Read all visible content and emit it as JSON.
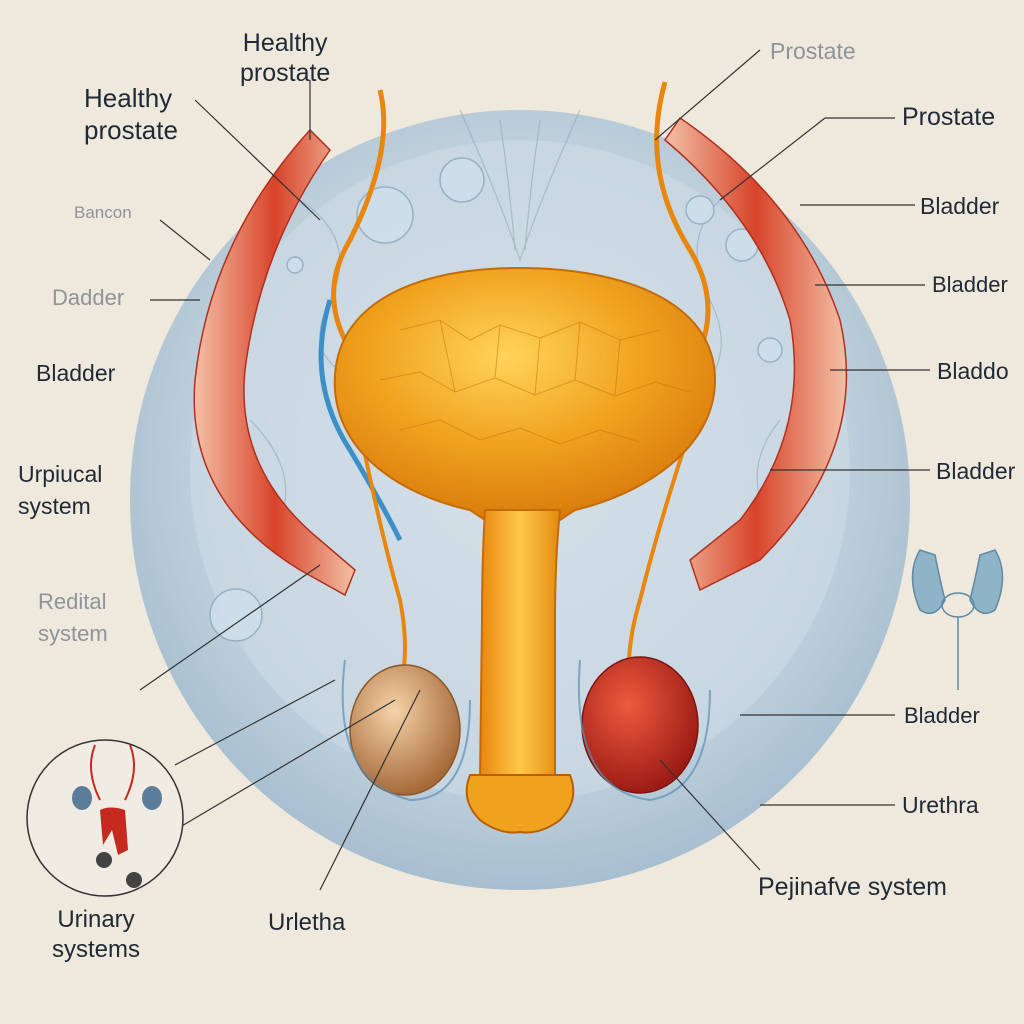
{
  "labels": {
    "top_left_healthy": "Healthy\nprostate",
    "top_center_healthy": "Healthy\nprostate",
    "top_right_prostate_faded": "Prostate",
    "right_prostate": "Prostate",
    "left_bancon": "Bancon",
    "left_dadder": "Dadder",
    "left_bladder": "Bladder",
    "left_urpiucal": "Urpiucal\nsystem",
    "left_redital": "Redital\nsystem",
    "right_bladder_1": "Bladder",
    "right_bladder_2": "Bladder",
    "right_bladder_3": "Bladdo",
    "right_bladder_4": "Bladder",
    "right_bladder_5": "Bladder",
    "right_urethra": "Urethra",
    "bottom_reproductive": "Pejinafve system",
    "bottom_urethra": "Urletha",
    "inset_urinary": "Urinary\nsystems"
  },
  "colors": {
    "background": "#efe8dc",
    "disc_outer": "#a9c3d6",
    "disc_inner": "#c7d7e3",
    "bladder": "#f0a21e",
    "bladder_dark": "#d97c0c",
    "muscle_red": "#d7442a",
    "vessel_blue": "#3d8fc8",
    "testis_left": "#d9a070",
    "testis_right": "#c6291f",
    "leader_line": "#333333"
  },
  "icons": {
    "inset_circle": "urinary-system-thumbnail-icon",
    "kidneys_mini": "kidneys-bladder-icon"
  }
}
